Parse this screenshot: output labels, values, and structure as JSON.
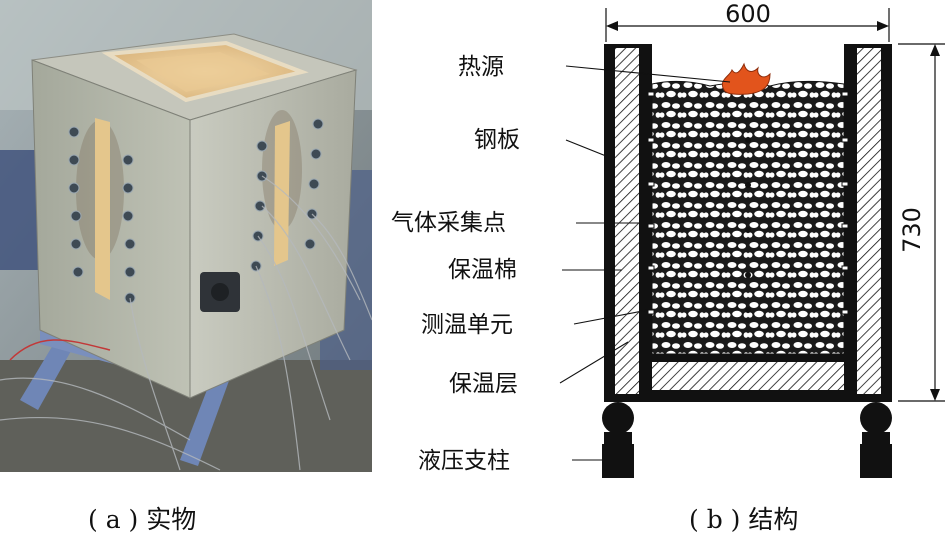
{
  "panel_a": {
    "caption": "( a ) 实物"
  },
  "panel_b": {
    "caption": "( b ) 结构",
    "dimensions": {
      "width": "600",
      "height": "730"
    },
    "labels": {
      "heat_source": "热源",
      "steel_plate": "钢板",
      "gas_point": "气体采集点",
      "insulation_cotton": "保温棉",
      "temp_unit": "测温单元",
      "insulation_layer": "保温层",
      "hydraulic_column": "液压支柱"
    }
  },
  "colors": {
    "steel": "#111111",
    "flame": "#e2541c",
    "photo_box": "#b6b8ad",
    "photo_bg": "#8d9a9f",
    "frame_blue": "#6f86b6"
  }
}
